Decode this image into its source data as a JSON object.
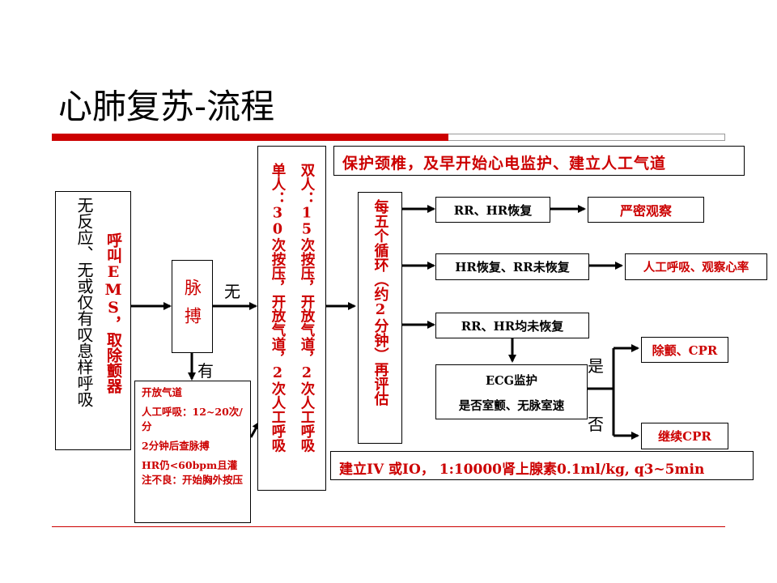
{
  "slide": {
    "title": "心肺复苏-流程",
    "accent_color": "#cc0000"
  },
  "nodes": {
    "no_response": "无反应、无或仅有叹息样呼吸",
    "call_ems": "呼叫EMS，取除颤器",
    "pulse": "脉搏",
    "label_no": "无",
    "label_have": "有",
    "single_rescuer": "单人：30次按压，开放气道，2次人工呼吸",
    "double_rescuer": "双人：15次按压，开放气道，2次人工呼吸",
    "protect_spine": "保护颈椎，及早开始心电监护、建立人工气道",
    "reassess": "每五个循环（约2分钟）再评估",
    "rr_hr_recover": "RR、HR恢复",
    "close_observe": "严密观察",
    "hr_recover_rr_not": "HR恢复、RR未恢复",
    "artificial_breath_observe": "人工呼吸、观察心率",
    "rr_hr_not_recover": "RR、HR均未恢复",
    "ecg_monitor": "ECG监护",
    "vf_question": "是否室颤、无脉室速",
    "label_yes": "是",
    "label_no2": "否",
    "defib_cpr": "除颤、CPR",
    "continue_cpr": "继续CPR",
    "iv_io": "建立IV 或IO， 1:10000肾上腺素0.1ml/kg, q3~5min",
    "pulse_branch": {
      "open_airway": "开放气道",
      "breathing": "人工呼吸：12~20次/分",
      "recheck": "2分钟后查脉搏",
      "hr_low": "HR仍<60bpm且灌注不良：开始胸外按压"
    }
  }
}
